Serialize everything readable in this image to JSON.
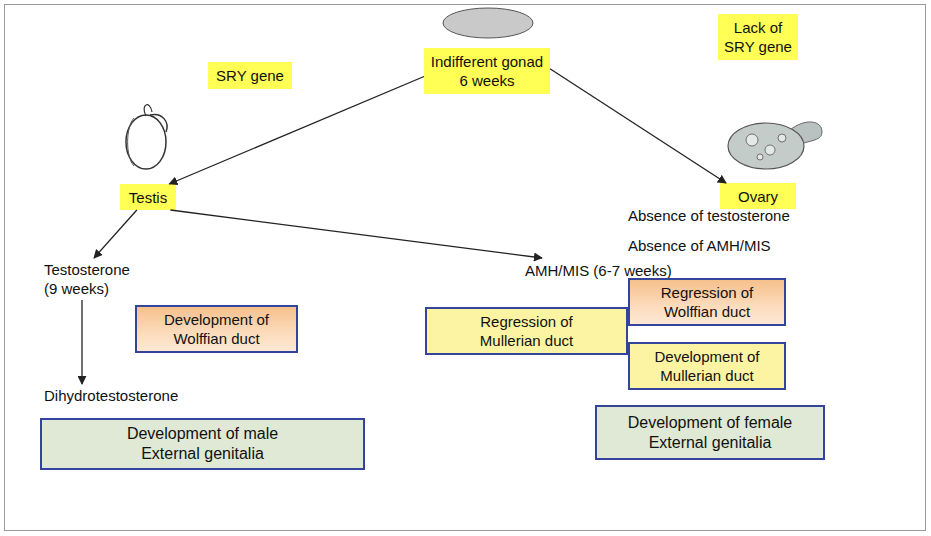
{
  "diagram": {
    "nodes": [
      {
        "text": [
          "Indifferent gonad 6 weeks"
        ]
      },
      {
        "text": [
          "SRY gene"
        ]
      },
      {
        "text": [
          "Lack of SRY gene"
        ]
      },
      {
        "text": [
          "Testis"
        ]
      },
      {
        "text": [
          "Ovary"
        ]
      },
      {
        "text": [
          "Testosterone (9 weeks)"
        ]
      },
      {
        "text": [
          "AMH/MIS (6-7 weeks)"
        ]
      },
      {
        "text": [
          "Development of Wolffian duct"
        ]
      },
      {
        "text": [
          "Regression of Mullerian duct"
        ]
      },
      {
        "text": [
          "Regression of Wolffian duct"
        ]
      },
      {
        "text": [
          "Development of Mullerian duct"
        ]
      },
      {
        "text": [
          "Dihydrotestosterone"
        ]
      },
      {
        "text": [
          "Development of male External genitalia"
        ]
      },
      {
        "text": [
          "Development of female External genitalia"
        ]
      }
    ],
    "edges": [
      {
        "from": 0,
        "to": 3,
        "arrow": "to"
      },
      {
        "from": 0,
        "to": 4,
        "arrow": "to"
      },
      {
        "from": 3,
        "to": 5,
        "arrow": "to"
      },
      {
        "from": 3,
        "to": 6,
        "arrow": "to"
      },
      {
        "from": 5,
        "to": 11,
        "arrow": "to"
      }
    ],
    "labels": [
      "Absence of testosterone",
      "Absence of AMH/MIS"
    ]
  }
}
